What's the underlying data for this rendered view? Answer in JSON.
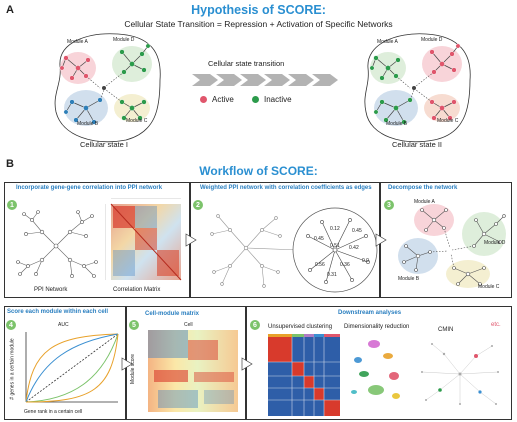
{
  "panel_a": {
    "letter": "A",
    "title": "Hypothesis of SCORE:",
    "subtitle": "Cellular State Transition = Repression + Activation of Specific Networks",
    "transition_label": "Cellular state transition",
    "legend": {
      "active": "Active",
      "inactive": "Inactive"
    },
    "state1": {
      "label": "Cellular state I",
      "modules": {
        "a": "Module A",
        "b": "Module B",
        "c": "Module C",
        "d": "Module D"
      }
    },
    "state2": {
      "label": "Cellular state II",
      "modules": {
        "a": "Module A",
        "b": "Module B",
        "c": "Module C",
        "d": "Module D"
      }
    },
    "colors": {
      "active": "#e0566c",
      "inactive": "#2c9b4b",
      "title": "#2a8fd1"
    }
  },
  "panel_b": {
    "letter": "B",
    "title": "Workflow of SCORE:",
    "steps": [
      {
        "num": "1",
        "title": "Incorporate gene-gene correlation into PPI network",
        "labels": [
          "PPI Network",
          "Correlation Matrix"
        ]
      },
      {
        "num": "2",
        "title": "Weighted PPI network with correlation coefficients as edges",
        "weights": [
          "0.45",
          "0.12",
          "0.51",
          "0.45",
          "0.56",
          "0.36",
          "0.0",
          "0.42",
          "0.31"
        ]
      },
      {
        "num": "3",
        "title": "Decompose the network",
        "modules": [
          "Module A",
          "Module B",
          "Module C",
          "Module D"
        ]
      },
      {
        "num": "4",
        "title": "Score each module within each cell",
        "auc_label": "AUC",
        "ylabel": "# genes in a certain module",
        "xlabel": "Gene rank in a certain cell"
      },
      {
        "num": "5",
        "title": "Cell-module matrix",
        "top_label": "Cell",
        "side_label": "Module score"
      },
      {
        "num": "6",
        "title": "Downstream analyses",
        "analyses": [
          "Unsupervised clustering",
          "Dimensionality reduction",
          "CMIN",
          "etc."
        ]
      }
    ]
  }
}
